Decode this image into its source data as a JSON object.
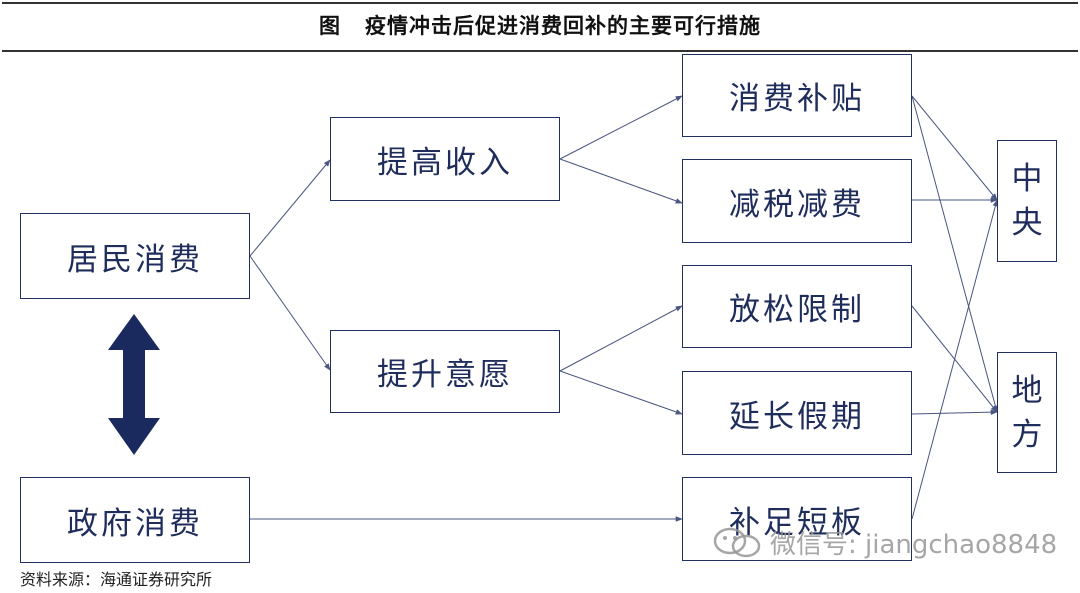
{
  "title": {
    "fig_label": "图",
    "text": "疫情冲击后促进消费回补的主要可行措施"
  },
  "nodes": {
    "resident": "居民消费",
    "government": "政府消费",
    "raise_income": "提高收入",
    "boost_willingness": "提升意愿",
    "subsidy": "消费补贴",
    "tax_cut": "减税减费",
    "relax_limits": "放松限制",
    "extend_holiday": "延长假期",
    "shortboard": "补足短板",
    "central_1": "中",
    "central_2": "央",
    "local_1": "地",
    "local_2": "方"
  },
  "source": "资料来源：海通证券研究所",
  "watermark": "微信号: jiangchao8848",
  "colors": {
    "box_border": "#22305f",
    "arrow": "#4a5580",
    "double_arrow": "#1a2a5e"
  }
}
